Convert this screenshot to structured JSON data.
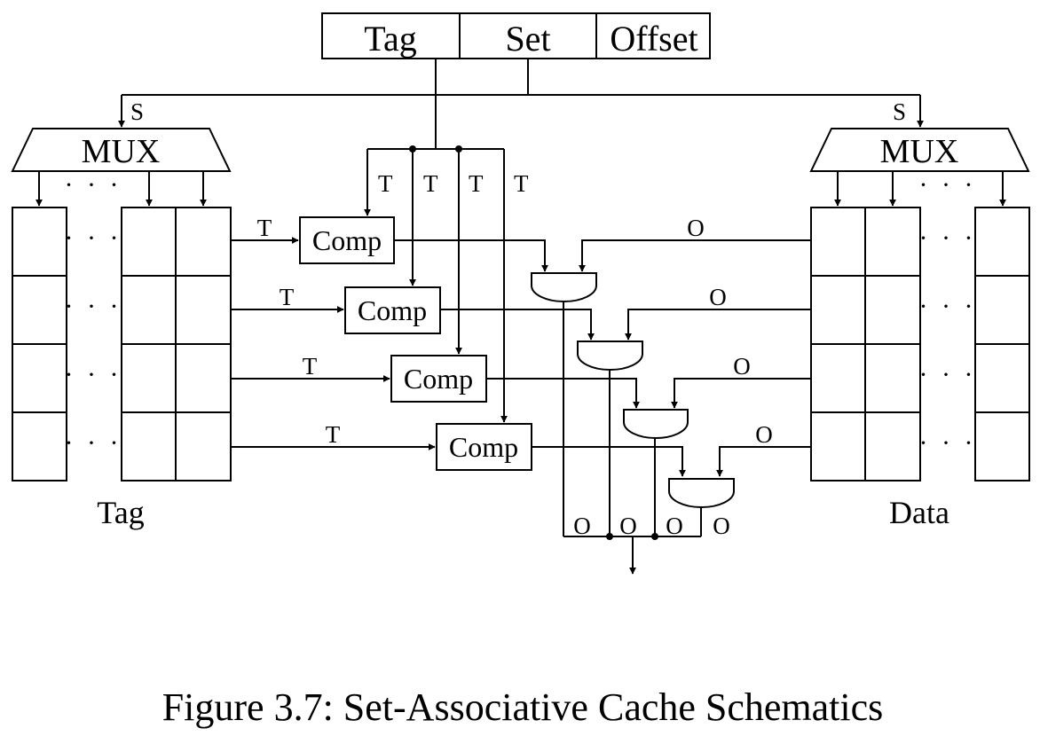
{
  "address": {
    "tag": "Tag",
    "set": "Set",
    "offset": "Offset"
  },
  "mux_label": "MUX",
  "set_signal": "S",
  "tag_signal": "T",
  "offset_signal": "O",
  "comparator_label": "Comp",
  "ellipsis": "· · ·",
  "tag_array_label": "Tag",
  "data_array_label": "Data",
  "caption": "Figure 3.7: Set-Associative Cache Schematics"
}
